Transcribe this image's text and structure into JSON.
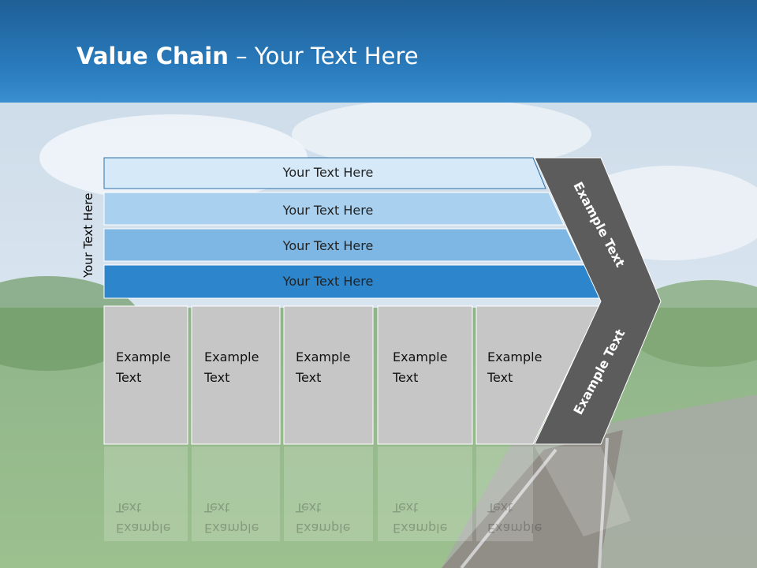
{
  "slide": {
    "title_bold": "Value Chain",
    "title_rest": " – Your Text Here",
    "side_label": "Your Text Here",
    "rows": [
      "Your Text Here",
      "Your Text Here",
      "Your Text Here",
      "Your Text Here"
    ],
    "boxes": [
      {
        "line1": "Example",
        "line2": "Text"
      },
      {
        "line1": "Example",
        "line2": "Text"
      },
      {
        "line1": "Example",
        "line2": "Text"
      },
      {
        "line1": "Example",
        "line2": "Text"
      },
      {
        "line1": "Example",
        "line2": "Text"
      }
    ],
    "arrow_top_label": "Example Text",
    "arrow_bottom_label": "Example Text"
  },
  "colors": {
    "header": "#2a7dbf",
    "row1": "#d6e9f8",
    "row2": "#a9d0ee",
    "row3": "#7fb7e4",
    "row4": "#2d85cc",
    "box": "#c6c6c6",
    "arrow": "#5c5c5c"
  }
}
